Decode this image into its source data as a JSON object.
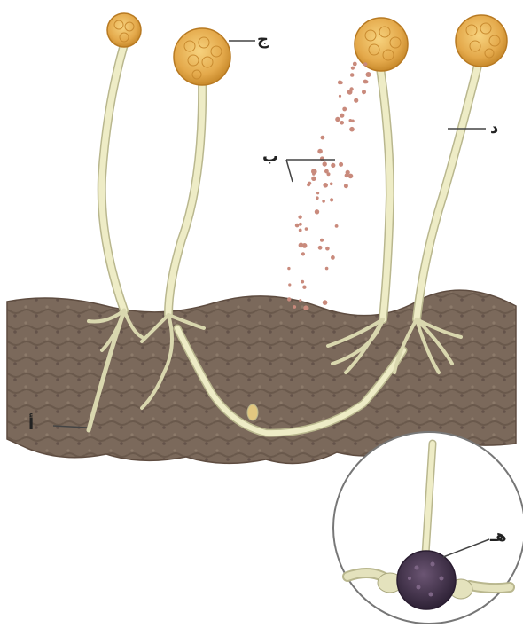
{
  "labels": {
    "a": "أ",
    "b": "ب",
    "c": "ج",
    "d": "د",
    "e": "هـ"
  },
  "colors": {
    "soil": "#7d6a5c",
    "soil_dark": "#5e4c40",
    "hypha": "#eeecc6",
    "hypha_edge": "#b9b78e",
    "sporangium": "#e4a94b",
    "sporangium_edge": "#b87a22",
    "spore": "#c98a7c",
    "zygospore": "#4a3550",
    "label_line": "#444444"
  },
  "icons": {
    "sporangium": "sporangium-icon",
    "zygospore": "zygospore-icon",
    "spores": "spore-cloud-icon"
  }
}
